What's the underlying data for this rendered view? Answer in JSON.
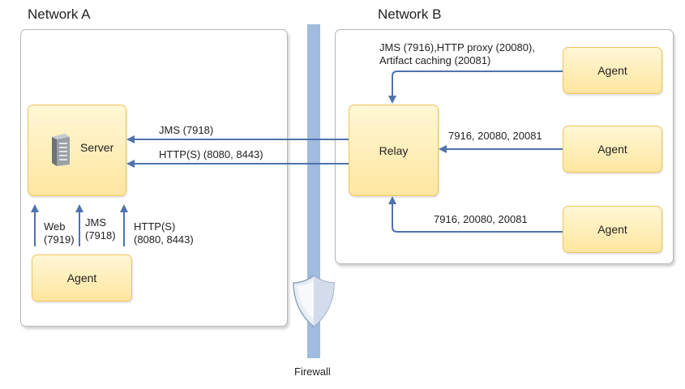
{
  "network_a": {
    "title": "Network A",
    "server_label": "Server",
    "agent_label": "Agent",
    "arrows": [
      {
        "line1": "Web",
        "line2": "(7919)"
      },
      {
        "line1": "JMS",
        "line2": "(7918)"
      },
      {
        "line1": "HTTP(S)",
        "line2": "(8080, 8443)"
      }
    ]
  },
  "network_b": {
    "title": "Network B",
    "relay_label": "Relay",
    "agents": [
      "Agent",
      "Agent",
      "Agent"
    ],
    "links": {
      "top_line1": "JMS (7916),HTTP proxy (20080),",
      "top_line2": "Artifact caching (20081)",
      "middle": "7916, 20080, 20081",
      "bottom": "7916, 20080, 20081"
    }
  },
  "cross_firewall": {
    "jms": "JMS (7918)",
    "https": "HTTP(S) (8080, 8443)"
  },
  "firewall": {
    "label": "Firewall"
  },
  "colors": {
    "arrow": "#4f73ae",
    "firewall": "#9fbbde",
    "node_fill": "#ffe6a0",
    "node_border": "#f2c45e"
  },
  "icons": {
    "server": "server-tower-icon",
    "firewall": "shield-icon"
  }
}
